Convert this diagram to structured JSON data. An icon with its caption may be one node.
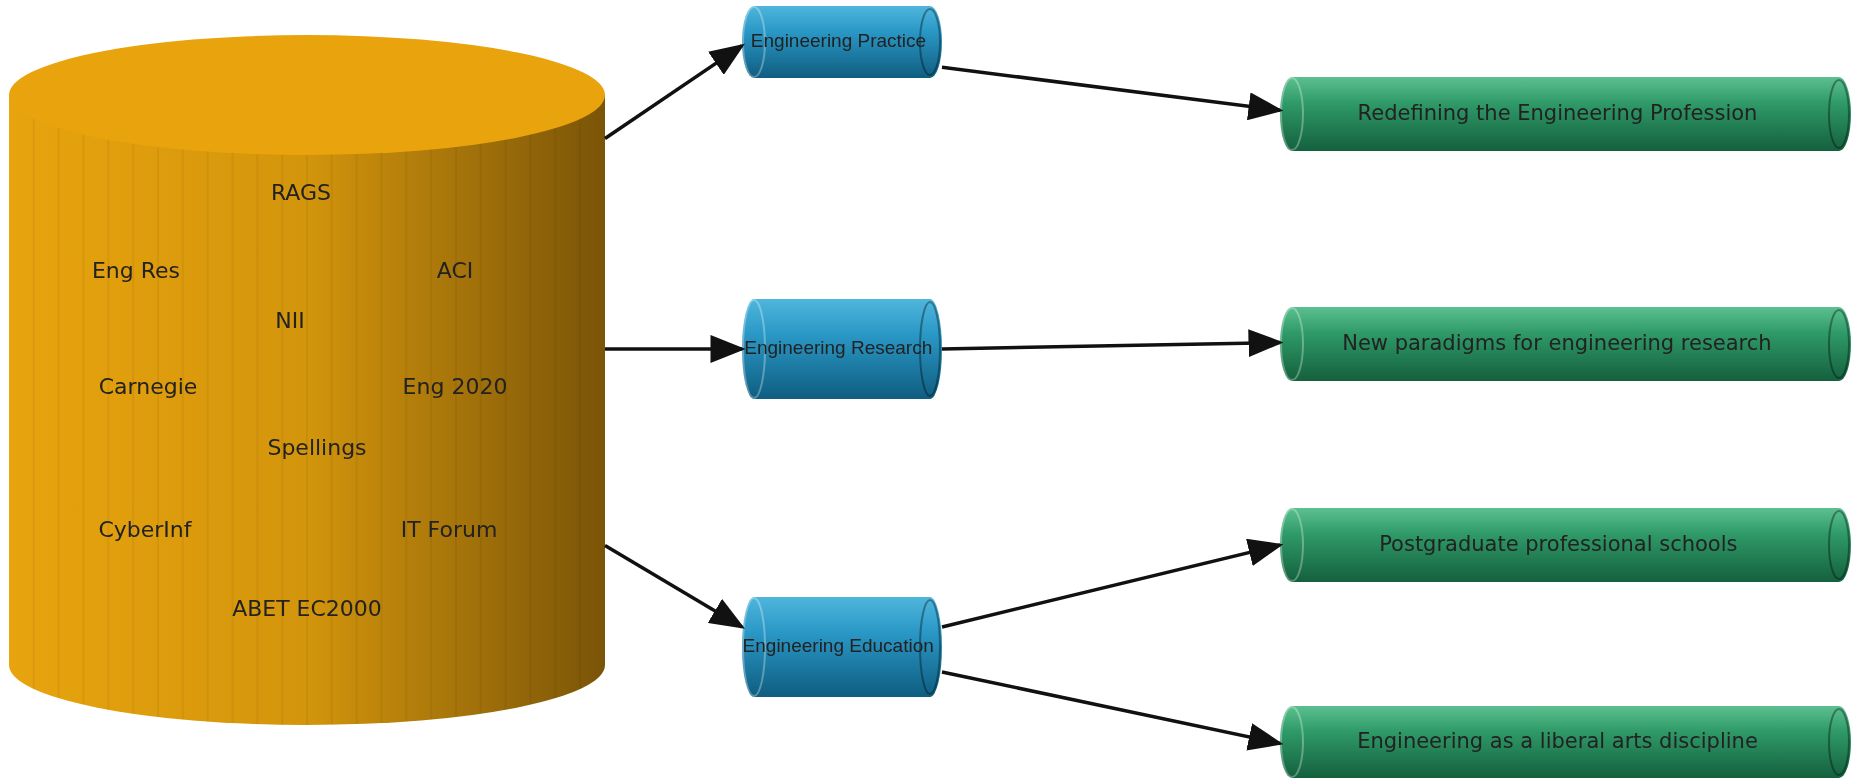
{
  "diagram": {
    "nodes": [
      {
        "text": [
          "RAGS",
          "Eng Res",
          "ACI",
          "NII",
          "Carnegie",
          "Eng 2020",
          "Spellings",
          "CyberInf",
          "IT Forum",
          "ABET EC2000"
        ]
      },
      {
        "text": [
          "Engineering Practice"
        ]
      },
      {
        "text": [
          "Engineering Research"
        ]
      },
      {
        "text": [
          "Engineering Education"
        ]
      },
      {
        "text": [
          "Redefining the Engineering Profession"
        ]
      },
      {
        "text": [
          "New paradigms for engineering research"
        ]
      },
      {
        "text": [
          "Postgraduate professional schools"
        ]
      },
      {
        "text": [
          "Engineering as a liberal arts discipline"
        ]
      }
    ],
    "edges": [
      {
        "from": 0,
        "to": 1,
        "arrow": "to"
      },
      {
        "from": 0,
        "to": 2,
        "arrow": "to"
      },
      {
        "from": 0,
        "to": 3,
        "arrow": "to"
      },
      {
        "from": 1,
        "to": 4,
        "arrow": "to"
      },
      {
        "from": 2,
        "to": 5,
        "arrow": "to"
      },
      {
        "from": 3,
        "to": 6,
        "arrow": "to"
      },
      {
        "from": 3,
        "to": 7,
        "arrow": "to"
      }
    ]
  }
}
